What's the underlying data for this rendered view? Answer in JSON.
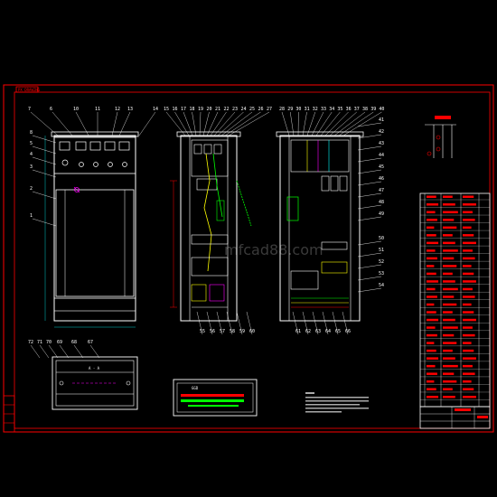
{
  "drawing": {
    "title_tag": "PX DRAWING",
    "watermark": "mfcad88.com",
    "legend_title": "GGD",
    "section_label": "A - A"
  },
  "front_callouts": [
    "7",
    "6",
    "10",
    "11",
    "12",
    "13",
    "14"
  ],
  "left_callouts": [
    "8",
    "5",
    "4",
    "3",
    "2",
    "1"
  ],
  "mid_callouts": [
    "15",
    "16",
    "17",
    "18",
    "19",
    "20",
    "21",
    "22",
    "23",
    "24",
    "25",
    "26",
    "27"
  ],
  "right_callouts": [
    "28",
    "29",
    "30",
    "31",
    "32",
    "33",
    "34",
    "35",
    "36",
    "37",
    "38",
    "39",
    "40"
  ],
  "right_side_callouts": [
    "41",
    "42",
    "43",
    "44",
    "45",
    "46",
    "47",
    "48",
    "49",
    "50",
    "51",
    "52",
    "53",
    "54"
  ],
  "bottom_mid_callouts": [
    "55",
    "56",
    "57",
    "58",
    "59",
    "60",
    "61",
    "62",
    "63",
    "64",
    "65",
    "66"
  ],
  "plan_callouts": [
    "72",
    "71",
    "70",
    "69",
    "68",
    "67"
  ],
  "colors": {
    "line": "#ffffff",
    "frame": "#ff0000",
    "accent": "#00ffff",
    "green": "#00ff00",
    "yellow": "#ffff00",
    "magenta": "#ff00ff"
  }
}
